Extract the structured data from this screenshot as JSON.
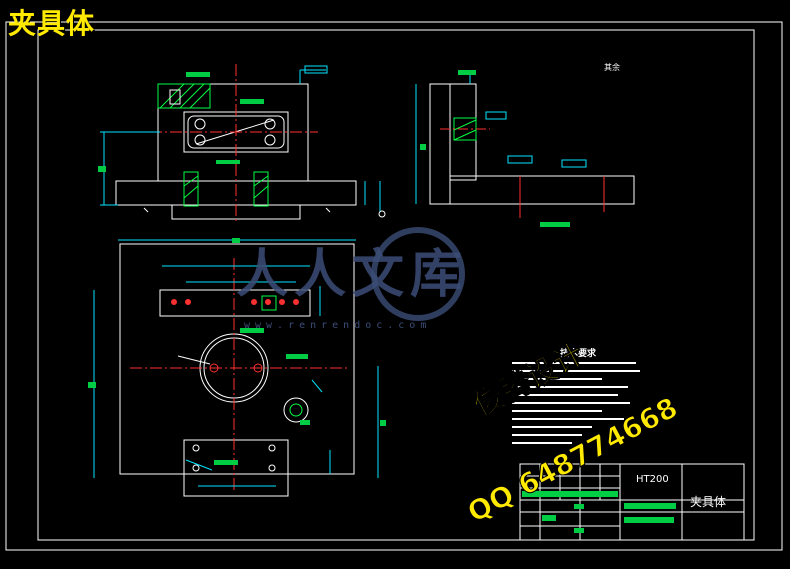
{
  "overlay": {
    "title": "夹具体",
    "designer": "俊腾设计",
    "qq": "QQ 648774668"
  },
  "watermark": {
    "brand": "人人文库",
    "url": "www.renrendoc.com"
  },
  "drawing": {
    "roughness_note": "其余",
    "tech_requirements_title": "技术要求",
    "material": "HT200",
    "part_name": "夹具体"
  },
  "colors": {
    "background": "#000000",
    "outline": "#ffffff",
    "dimension": "#00e5ff",
    "center_line": "#ff3030",
    "hatch": "#00ff44",
    "label_fill": "#00cc44",
    "yellow": "#ffea00",
    "watermark": "#3b4d77"
  }
}
